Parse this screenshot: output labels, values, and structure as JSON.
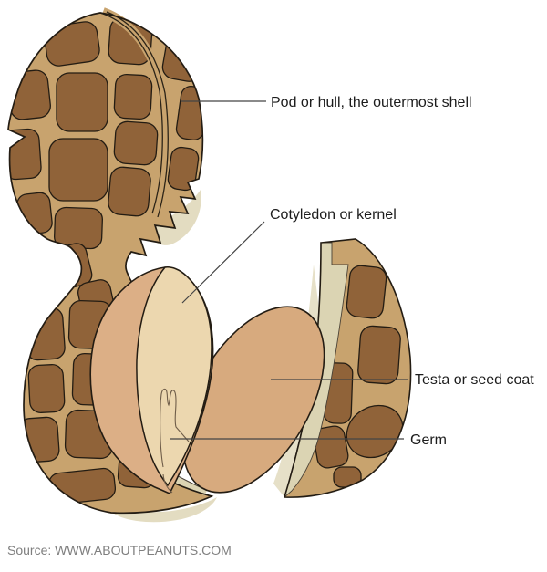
{
  "diagram": {
    "subject": "peanut-anatomy",
    "labels": [
      {
        "id": "pod",
        "text": "Pod or hull, the outermost shell"
      },
      {
        "id": "cotyledon",
        "text": "Cotyledon or kernel"
      },
      {
        "id": "testa",
        "text": "Testa or seed coat"
      },
      {
        "id": "germ",
        "text": "Germ"
      }
    ],
    "source": "Source: WWW.ABOUTPEANUTS.COM",
    "colors": {
      "shell_tan": "#C8A36E",
      "shell_patch_brown": "#906339",
      "shell_lining_pale": "#DBD4B3",
      "shadow_beige": "#E3DCC1",
      "testa_pink": "#D7AA7E",
      "testa_crescent_pink": "#DCAF86",
      "cotyledon_cream": "#ECD7AF",
      "outline_dark": "#231C13",
      "leader_line": "#444444",
      "label_text": "#1C1C1C",
      "source_text": "#7F7F7F"
    }
  }
}
